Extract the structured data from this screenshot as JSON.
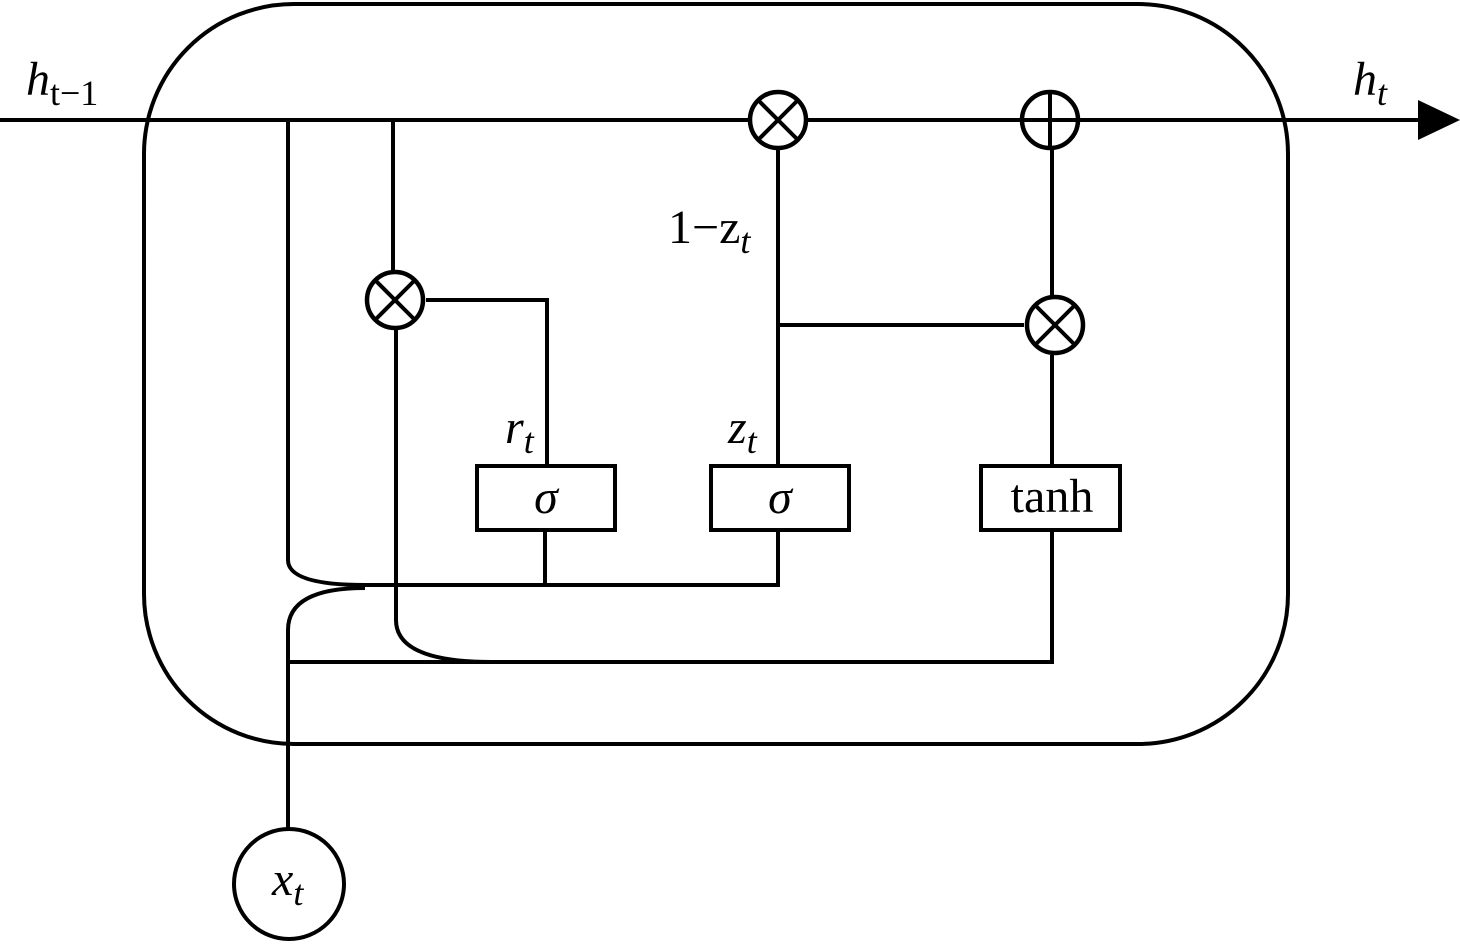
{
  "diagram": {
    "input_left": {
      "base": "h",
      "subscript": "t−1"
    },
    "output_right": {
      "base": "h",
      "subscript": "t"
    },
    "input_bottom": {
      "base": "x",
      "subscript": "t"
    },
    "reset_gate_label": {
      "base": "r",
      "subscript": "t"
    },
    "update_gate_label": {
      "base": "z",
      "subscript": "t"
    },
    "one_minus_label": {
      "prefix": "1−z",
      "subscript": "t"
    },
    "gate_reset": "σ",
    "gate_update": "σ",
    "gate_candidate": "tanh",
    "operators": {
      "multiply": "⊗",
      "add": "⊕"
    }
  },
  "colors": {
    "stroke": "#000000",
    "background": "#ffffff"
  }
}
